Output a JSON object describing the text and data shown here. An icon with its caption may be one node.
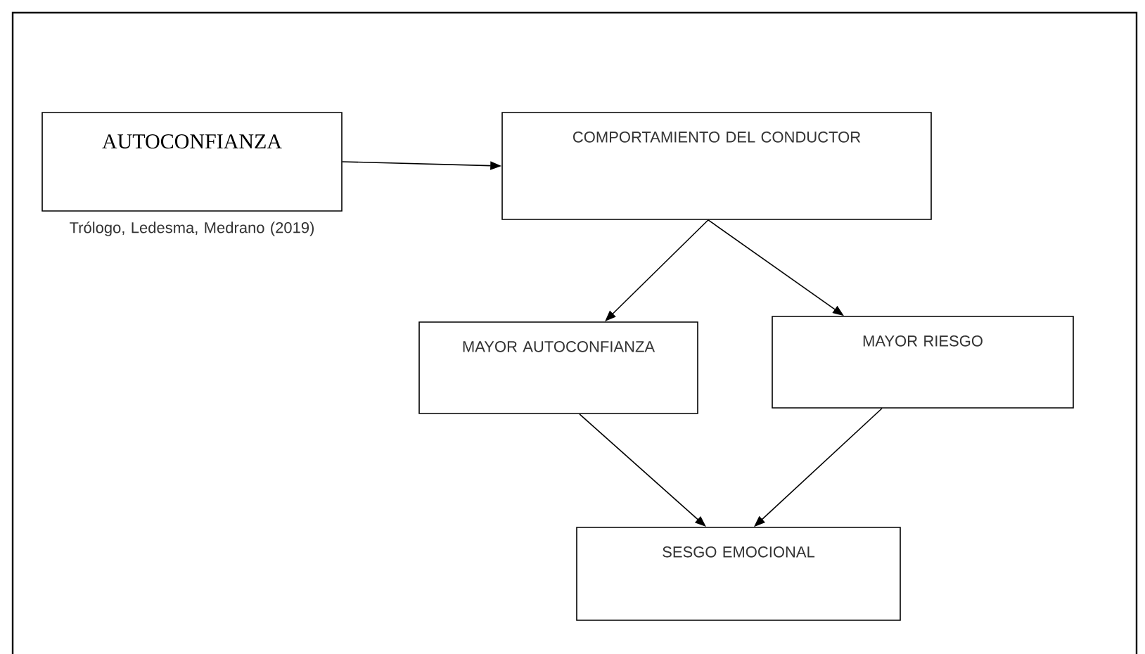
{
  "diagram": {
    "nodes": [
      {
        "text": [
          "AUTOCONFIANZA"
        ],
        "beside": [
          "Trólogo, Ledesma, Medrano (2019)"
        ]
      },
      {
        "text": [
          "COMPORTAMIENTO DEL CONDUCTOR"
        ]
      },
      {
        "text": [
          "MAYOR AUTOCONFIANZA"
        ]
      },
      {
        "text": [
          "MAYOR RIESGO"
        ]
      },
      {
        "text": [
          "SESGO EMOCIONAL"
        ]
      }
    ],
    "edges": [
      {
        "from": 0,
        "to": 1,
        "arrow": "to"
      },
      {
        "from": 1,
        "to": 2,
        "arrow": "to"
      },
      {
        "from": 1,
        "to": 3,
        "arrow": "to"
      },
      {
        "from": 2,
        "to": 4,
        "arrow": "to"
      },
      {
        "from": 3,
        "to": 4,
        "arrow": "to"
      }
    ]
  }
}
